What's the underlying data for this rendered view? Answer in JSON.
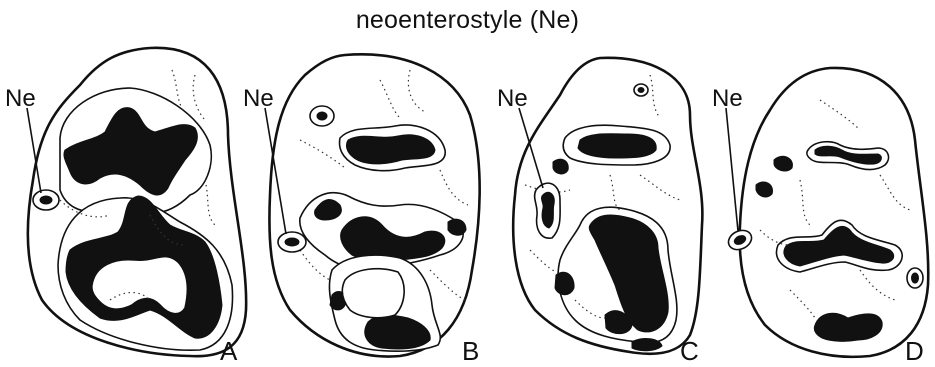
{
  "figure": {
    "title": "neoenterostyle (Ne)",
    "panels": [
      {
        "letter": "A",
        "label": "Ne"
      },
      {
        "letter": "B",
        "label": "Ne"
      },
      {
        "letter": "C",
        "label": "Ne"
      },
      {
        "letter": "D",
        "label": "Ne"
      }
    ]
  }
}
